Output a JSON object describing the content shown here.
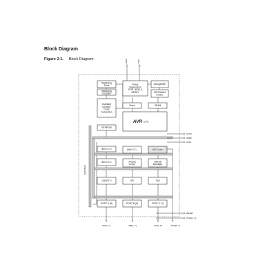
{
  "section": {
    "title": "Block Diagram"
  },
  "figure": {
    "number": "Figure 2-1.",
    "caption": "Block Diagram"
  },
  "top_pins": {
    "gnd": "GND",
    "vcc": "VCC"
  },
  "blocks": {
    "watchdog_timer": [
      "Watchdog",
      "Timer"
    ],
    "watchdog_osc": [
      "Watchdog",
      "Oscillator"
    ],
    "oscillator": [
      "Oscillator",
      "Circuits /",
      "Clock",
      "Generation"
    ],
    "power": [
      "Power",
      "Supervision",
      "POR / BOD &",
      "RESET"
    ],
    "debugwire": [
      "debugWIRE"
    ],
    "program_logic": [
      "PROGRAM",
      "LOGIC"
    ],
    "flash": [
      "Flash"
    ],
    "sram": [
      "SRAM"
    ],
    "cpu_logo": "AVR",
    "cpu": "CPU",
    "eeprom": [
      "EEPROM"
    ],
    "tc0": [
      "8bit T/C 0"
    ],
    "tc1": [
      "16bit T/C 1"
    ],
    "adc": [
      "A/D Conv."
    ],
    "tc2": [
      "8bit T/C 2"
    ],
    "analog_comp": [
      "Analog",
      "Comp."
    ],
    "internal_bandgap": [
      "Internal",
      "Bandgap"
    ],
    "usart": [
      "USART 0"
    ],
    "spi": [
      "SPI"
    ],
    "twi": [
      "TWI"
    ],
    "port_d": [
      "PORT D (8)"
    ],
    "port_b": [
      "PORT B (8)"
    ],
    "port_c": [
      "PORT C (7)"
    ]
  },
  "side_labels": {
    "databus": "DATABUS"
  },
  "right_pins": [
    "AVCC",
    "AREF",
    "GND"
  ],
  "bottom_right_pins": [
    "RESET",
    "XTAL[1..2]"
  ],
  "bottom_pins": [
    "PD[0..7]",
    "PB[0..7]",
    "PC[0..6]",
    "ADC[6..7]"
  ]
}
